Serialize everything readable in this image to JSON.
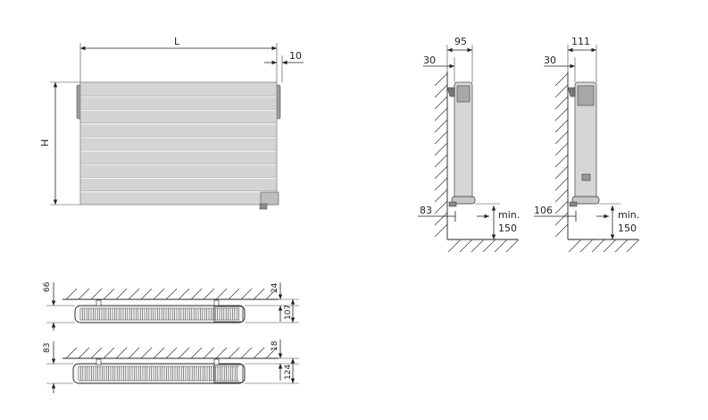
{
  "front_view": {
    "length_label": "L",
    "height_label": "H",
    "offset_label": "10"
  },
  "side_view_1": {
    "wall_gap": "30",
    "depth": "95",
    "floor_height": "83",
    "min_label": "min.",
    "min_value": "150"
  },
  "side_view_2": {
    "wall_gap": "30",
    "depth": "111",
    "floor_height": "106",
    "min_label": "min.",
    "min_value": "150"
  },
  "top_view_1": {
    "left_dim": "66",
    "wall_gap": "24",
    "depth": "107"
  },
  "top_view_2": {
    "left_dim": "83",
    "wall_gap": "18",
    "depth": "124"
  },
  "colors": {
    "panel": "#d4d4d4",
    "line": "#222222"
  }
}
